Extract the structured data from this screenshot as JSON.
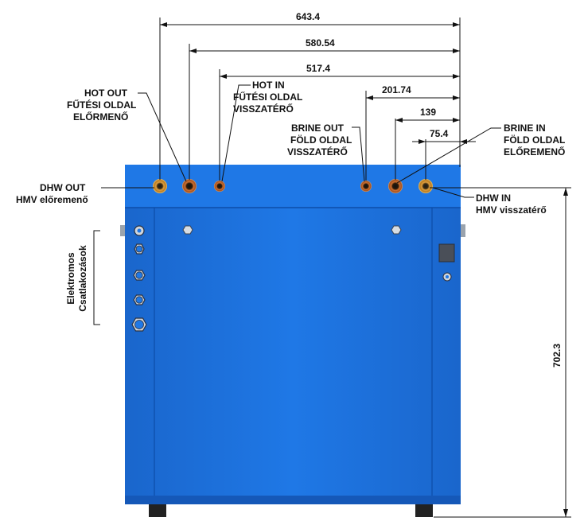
{
  "colors": {
    "cabinet": "#1f73e0",
    "cabinet_dark": "#1558b8",
    "brass": "#c98a2a",
    "line": "#111111"
  },
  "dimensions": {
    "d643": "643.4",
    "d580": "580.54",
    "d517": "517.4",
    "d201": "201.74",
    "d139": "139",
    "d75": "75.4",
    "height": "702.3"
  },
  "labels": {
    "hot_out": [
      "HOT OUT",
      "FŰTÉSI OLDAL",
      "ELŐRMENŐ"
    ],
    "hot_in": [
      "HOT IN",
      "FŰTÉSI OLDAL",
      "VISSZATÉRŐ"
    ],
    "brine_out": [
      "BRINE OUT",
      "FÖLD OLDAL",
      "VISSZATÉRŐ"
    ],
    "brine_in": [
      "BRINE IN",
      "FÖLD OLDAL",
      "ELŐREMENŐ"
    ],
    "dhw_out": [
      "DHW OUT",
      "HMV előremenő"
    ],
    "dhw_in": [
      "DHW IN",
      "HMV visszatérő"
    ],
    "electrical": [
      "Elektromos",
      "Csatlakozások"
    ]
  }
}
